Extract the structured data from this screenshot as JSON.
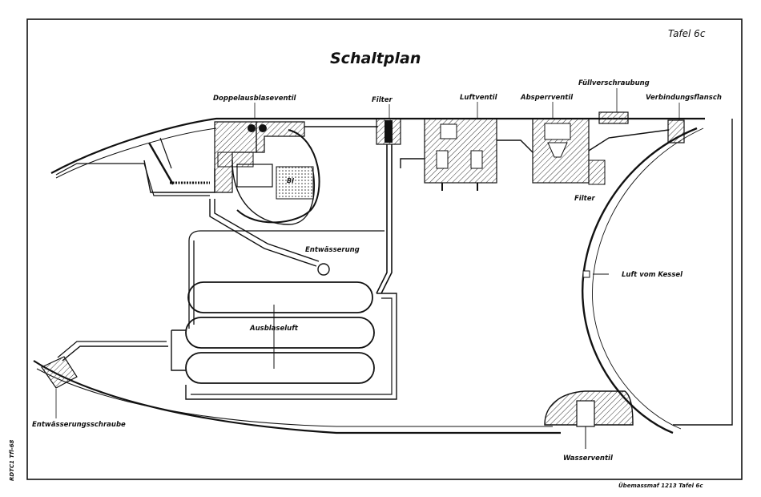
{
  "sheet": {
    "title": "Schaltplan",
    "plate": "Tafel 6c",
    "footer": "Übemassmaf 1213  Tafel 6c",
    "margin_note": "RDTC1 Tfl-68"
  },
  "labels": {
    "doppelausblaseventil": "Doppelausblaseventil",
    "filter_top": "Filter",
    "luftventil": "Luftventil",
    "absperrventil": "Absperrventil",
    "fuellverschraubung": "Füllverschraubung",
    "verbindungsflansch": "Verbindungsflansch",
    "filter_lower": "Filter",
    "entwaesserung": "Entwässerung",
    "ausblaseluft": "Ausblaseluft",
    "luft_vom_kessel": "Luft vom Kessel",
    "entwaesserungsschraube": "Entwässerungsschraube",
    "wasserventil": "Wasserventil",
    "tank_mark": "Bl"
  },
  "colors": {
    "ink": "#111111",
    "paper": "#ffffff",
    "hatch": "#333333"
  }
}
